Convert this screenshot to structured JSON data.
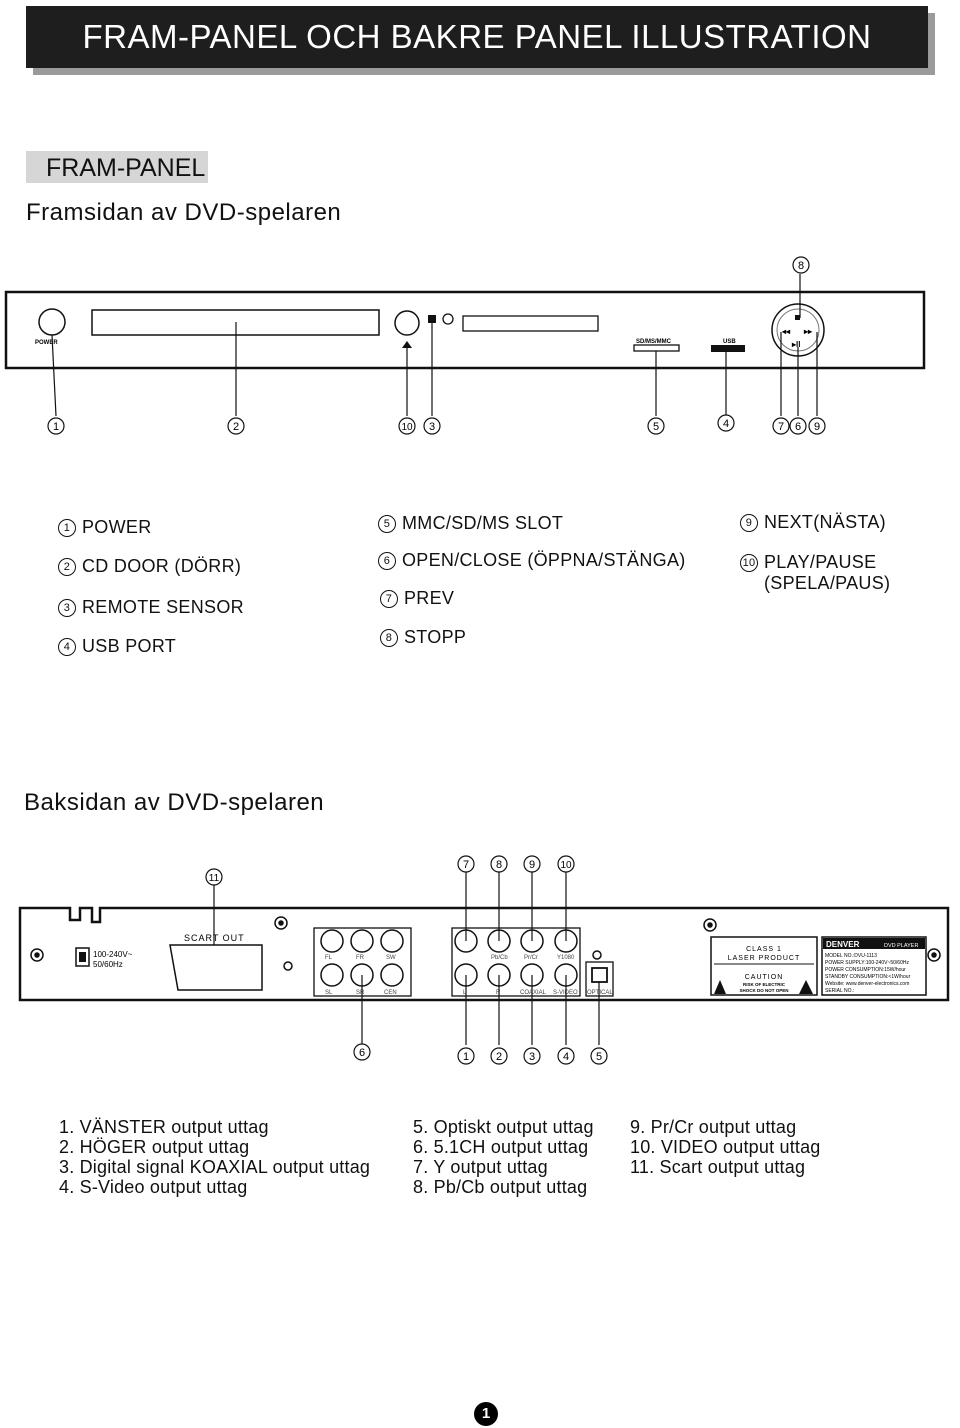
{
  "page_title": "FRAM-PANEL OCH BAKRE PANEL ILLUSTRATION",
  "front_section": {
    "tag": "FRAM-PANEL",
    "heading": "Framsidan av DVD-spelaren",
    "device": {
      "power_label": "POWER",
      "card_slot_label": "SD/MS/MMC",
      "usb_label": "USB"
    },
    "callouts": [
      "8",
      "1",
      "2",
      "10",
      "3",
      "5",
      "4",
      "7",
      "6",
      "9"
    ],
    "legend": [
      {
        "num": "1",
        "label": "POWER"
      },
      {
        "num": "2",
        "label": "CD DOOR (DÖRR)"
      },
      {
        "num": "3",
        "label": "REMOTE SENSOR"
      },
      {
        "num": "4",
        "label": "USB PORT"
      },
      {
        "num": "5",
        "label": "MMC/SD/MS SLOT"
      },
      {
        "num": "6",
        "label": "OPEN/CLOSE (ÖPPNA/STÄNGA)"
      },
      {
        "num": "7",
        "label": "PREV"
      },
      {
        "num": "8",
        "label": "STOPP"
      },
      {
        "num": "9",
        "label": "NEXT(NÄSTA)"
      },
      {
        "num": "10",
        "label": "PLAY/PAUSE"
      },
      {
        "num": "",
        "label": "(SPELA/PAUS)"
      }
    ]
  },
  "rear_section": {
    "heading": "Baksidan av DVD-spelaren",
    "device": {
      "power_input": "100-240V~",
      "power_freq": "50/60Hz",
      "scart": "SCART OUT",
      "jack_labels_top": [
        "FL",
        "FR",
        "SW",
        "Pb/Cb",
        "Pr/Cr",
        "Y1080"
      ],
      "jack_labels_bottom": [
        "SL",
        "SR",
        "CEN",
        "L",
        "R",
        "COAXIAL",
        "S-VIDEO",
        "OPTICAL"
      ],
      "laser_class": "CLASS 1",
      "laser_product": "LASER PRODUCT",
      "caution": "CAUTION",
      "caution_sub1": "RISK OF ELECTRIC",
      "caution_sub2": "SHOCK DO NOT OPEN",
      "brand": "DENVER",
      "plate_title": "DVD PLAYER",
      "plate_lines": [
        "MODEL NO.:DVU-1113",
        "POWER SUPPLY:100-240V~50/60Hz",
        "POWER CONSUMPTION:15W/hour",
        "STANDBY CONSUMPTION:<1W/hour",
        "Website: www.denver-electronics.com",
        "SERIAL NO.:"
      ]
    },
    "callouts_top": [
      "11",
      "7",
      "8",
      "9",
      "10"
    ],
    "callouts_bottom": [
      "6",
      "1",
      "2",
      "3",
      "4",
      "5"
    ],
    "outputs": {
      "col1": [
        "1. VÄNSTER output uttag",
        "2. HÖGER output uttag",
        "3. Digital signal KOAXIAL output uttag",
        "4. S-Video output uttag"
      ],
      "col2": [
        "5. Optiskt output uttag",
        "6. 5.1CH output uttag",
        "7. Y output uttag",
        "8. Pb/Cb output uttag"
      ],
      "col3": [
        "9. Pr/Cr output uttag",
        "10. VIDEO output uttag",
        "11. Scart output uttag"
      ]
    }
  },
  "page_number": "1"
}
